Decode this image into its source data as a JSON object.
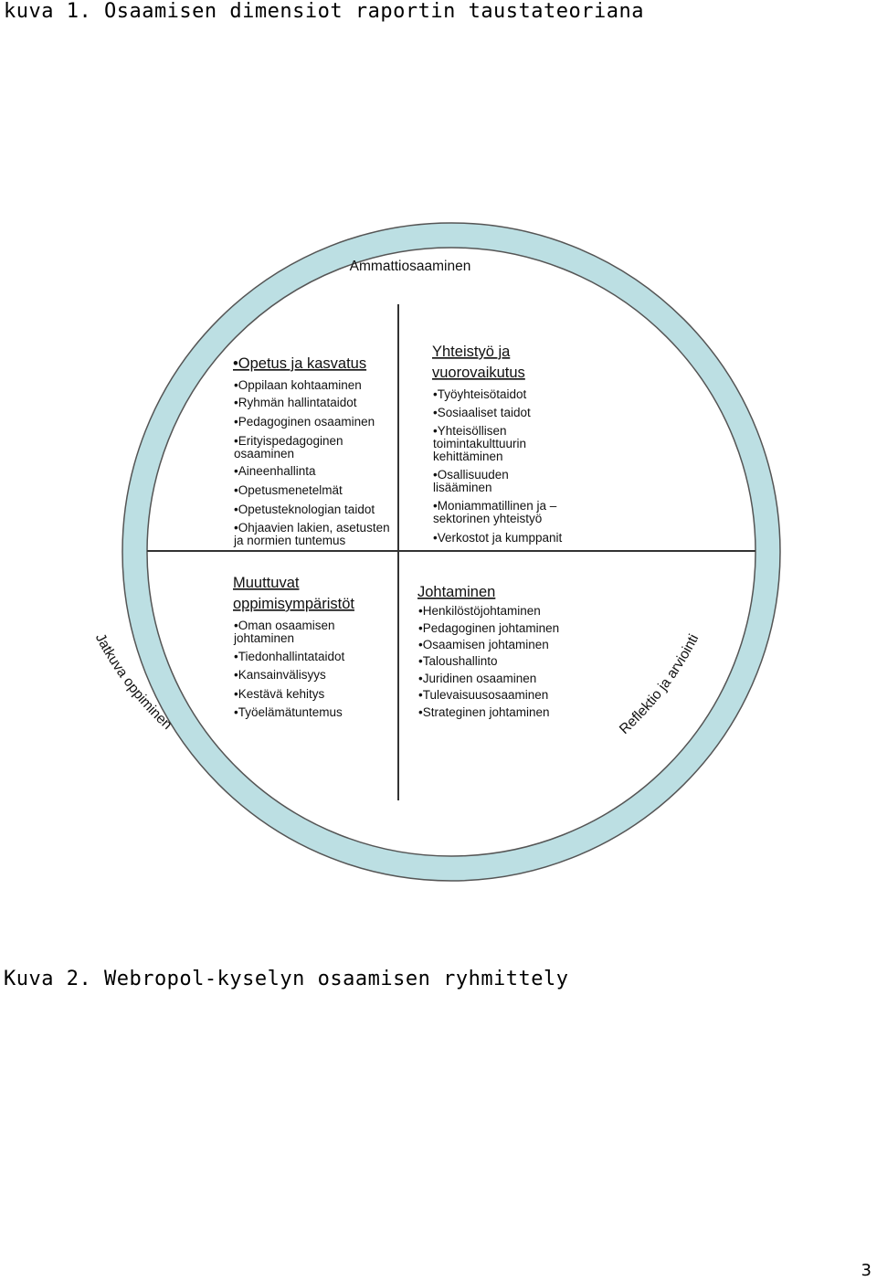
{
  "page": {
    "caption_top": "kuva 1. Osaamisen dimensiot raportin taustateoriana",
    "caption_bottom": "Kuva 2. Webropol-kyselyn osaamisen ryhmittely",
    "page_number": "3"
  },
  "diagram": {
    "outer_label": "Ammattiosaaminen",
    "left_label": "Jatkuva oppiminen",
    "right_label": "Reflektio ja arviointi",
    "colors": {
      "ring": "#bcdfe3",
      "border": "#555555"
    },
    "quadrants": {
      "top_left": {
        "title": "•Opetus ja kasvatus",
        "items": [
          "•Oppilaan kohtaaminen",
          "•Ryhmän hallintataidot",
          "•Pedagoginen osaaminen",
          "•Erityispedagoginen",
          "osaaminen",
          "•Aineenhallinta",
          "•Opetusmenetelmät",
          "•Opetusteknologian taidot",
          "•Ohjaavien lakien, asetusten",
          "ja normien tuntemus"
        ]
      },
      "top_right": {
        "title_lines": [
          "Yhteistyö ja",
          "vuorovaikutus"
        ],
        "items": [
          "•Työyhteisötaidot",
          "•Sosiaaliset taidot",
          "•Yhteisöllisen",
          "toimintakulttuurin",
          "kehittäminen",
          "•Osallisuuden",
          "lisääminen",
          "•Moniammatillinen ja –",
          "sektorinen yhteistyö",
          "•Verkostot ja kumppanit"
        ]
      },
      "bottom_left": {
        "title_lines": [
          "Muuttuvat",
          "oppimisympäristöt"
        ],
        "items": [
          "•Oman osaamisen",
          "johtaminen",
          "•Tiedonhallintataidot",
          "•Kansainvälisyys",
          "•Kestävä kehitys",
          "•Työelämätuntemus"
        ]
      },
      "bottom_right": {
        "title": "Johtaminen",
        "items": [
          "•Henkilöstöjohtaminen",
          "•Pedagoginen johtaminen",
          "•Osaamisen johtaminen",
          "•Taloushallinto",
          "•Juridinen osaaminen",
          "•Tulevaisuusosaaminen",
          "•Strateginen johtaminen"
        ]
      }
    }
  }
}
